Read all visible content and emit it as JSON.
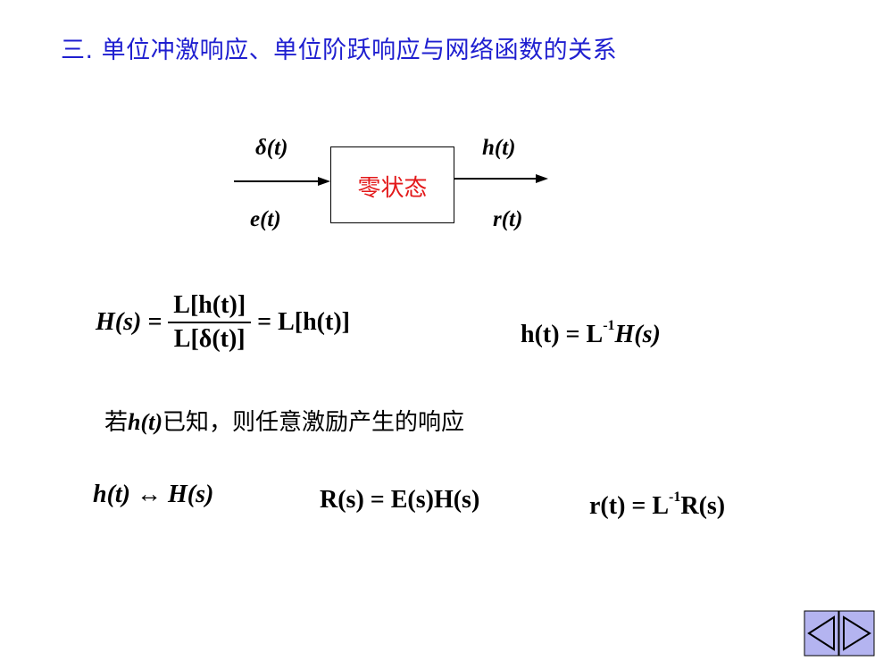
{
  "title": "三. 单位冲激响应、单位阶跃响应与网络函数的关系",
  "diagram": {
    "box_label": "零状态",
    "input_top": "δ(t)",
    "input_bottom": "e(t)",
    "output_top": "h(t)",
    "output_bottom": "r(t)"
  },
  "equations": {
    "H_lhs": "H(s) =",
    "frac_num": "L[h(t)]",
    "frac_den": "L[δ(t)]",
    "H_rhs": "= L[h(t)]",
    "h_inverse_lhs": "h(t) = L",
    "h_inverse_sup": "-1",
    "h_inverse_rhs": "H(s)"
  },
  "statement": {
    "prefix": "若",
    "var": "h(t)",
    "suffix": "已知，则任意激励产生的响应"
  },
  "bottom_row": {
    "pair": "h(t) ↔ H(s)",
    "product": "R(s) = E(s)H(s)",
    "r_lhs": "r(t) = L",
    "r_sup": "-1",
    "r_rhs": "R(s)"
  },
  "nav": {
    "prev_icon": "triangle-left-icon",
    "next_icon": "triangle-right-icon",
    "color": "#b4b4f0"
  }
}
